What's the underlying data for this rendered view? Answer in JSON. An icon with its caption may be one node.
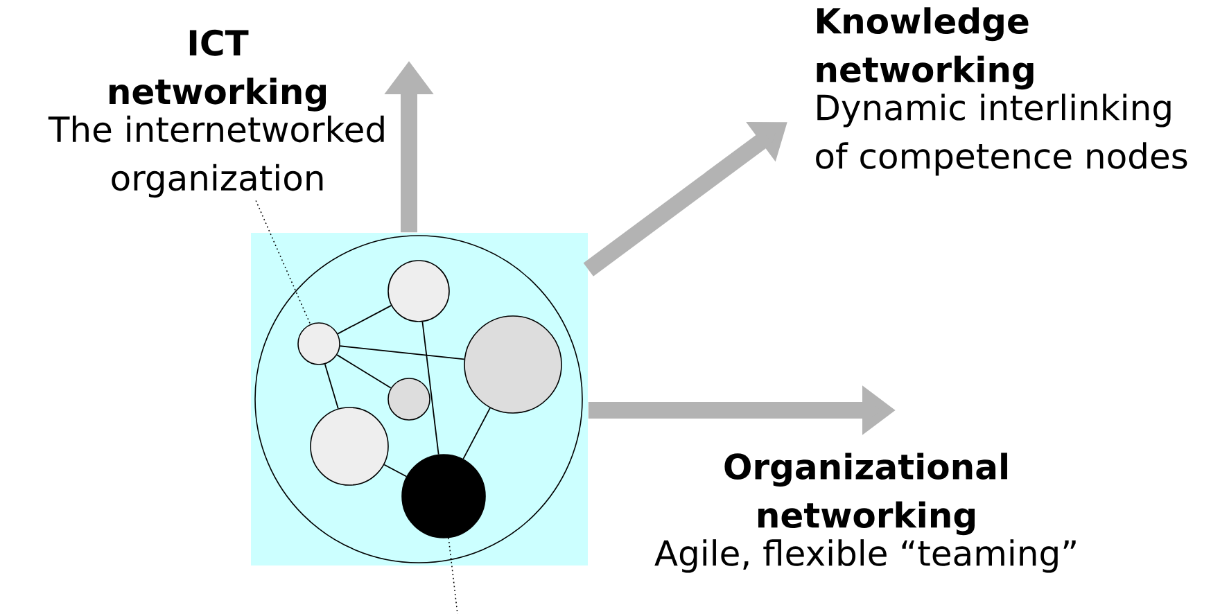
{
  "diagram": {
    "nodes": [
      {
        "text": [],
        "shape": "box"
      },
      {
        "text": [],
        "shape": "circle",
        "in": 0
      },
      {
        "text": [],
        "shape": "circle",
        "in": 1
      },
      {
        "text": [],
        "shape": "circle",
        "in": 1
      },
      {
        "text": [],
        "shape": "circle",
        "in": 1
      },
      {
        "text": [],
        "shape": "circle",
        "in": 1
      },
      {
        "text": [],
        "shape": "circle",
        "in": 1
      },
      {
        "text": [],
        "shape": "circle",
        "in": 1
      },
      {
        "text": [
          "ICT networking",
          "The internetworked organization"
        ]
      },
      {
        "text": [
          "Knowledge networking",
          "Dynamic interlinking of competence nodes"
        ]
      },
      {
        "text": [
          "Organizational networking",
          "Agile, flexible “teaming”"
        ]
      }
    ],
    "edges": [
      {
        "from": 0,
        "to": 8,
        "arrow": "to",
        "style": "thick",
        "color": "#b3b3b3"
      },
      {
        "from": 0,
        "to": 9,
        "arrow": "to",
        "style": "thick",
        "color": "#b3b3b3"
      },
      {
        "from": 0,
        "to": 10,
        "arrow": "to",
        "style": "thick",
        "color": "#b3b3b3"
      },
      {
        "from": 3,
        "to": 2,
        "arrow": "none"
      },
      {
        "from": 3,
        "to": 4,
        "arrow": "none"
      },
      {
        "from": 3,
        "to": 5,
        "arrow": "none"
      },
      {
        "from": 3,
        "to": 6,
        "arrow": "none"
      },
      {
        "from": 2,
        "to": 7,
        "arrow": "none"
      },
      {
        "from": 4,
        "to": 7,
        "arrow": "none"
      },
      {
        "from": 6,
        "to": 7,
        "arrow": "none"
      },
      {
        "from": 8,
        "to": 3,
        "arrow": "none",
        "style": "dashed"
      },
      {
        "from": 7,
        "to": null,
        "arrow": "none",
        "style": "dashed"
      }
    ]
  }
}
